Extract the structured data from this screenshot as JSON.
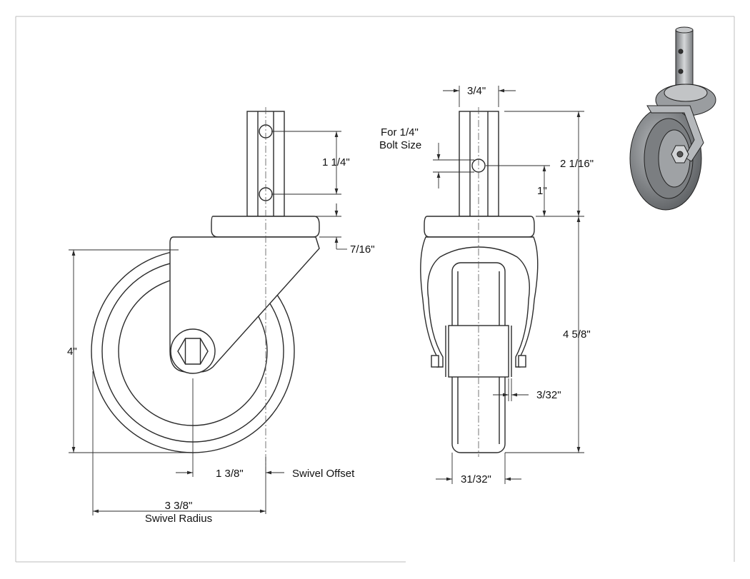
{
  "dimensions": {
    "stem_hole_spacing": "1 1/4\"",
    "collar_height": "7/16\"",
    "wheel_diameter": "4\"",
    "swivel_offset_value": "1 3/8\"",
    "swivel_offset_label": "Swivel Offset",
    "swivel_radius_value": "3 3/8\"",
    "swivel_radius_label": "Swivel Radius",
    "stem_width": "3/4\"",
    "bolt_note_line1": "For 1/4\"",
    "bolt_note_line2": "Bolt Size",
    "stem_length": "2 1/16\"",
    "hole_height": "1\"",
    "overall_height": "4 5/8\"",
    "hub_clearance": "3/32\"",
    "wheel_width": "31/32\""
  },
  "colors": {
    "line": "#2b2b2b",
    "frame": "#bdbdbd",
    "render_body": "#8e9194",
    "render_tire": "#6e7174"
  }
}
